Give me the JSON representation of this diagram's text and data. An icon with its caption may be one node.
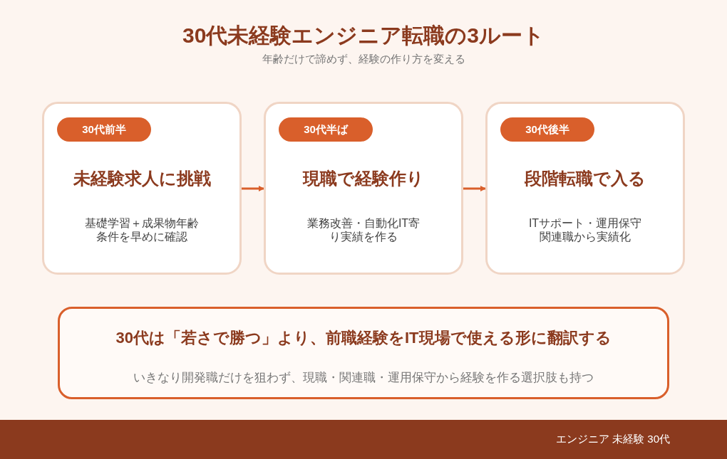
{
  "diagram": {
    "title": "30代未経験エンジニア転職の3ルート",
    "nodes": [
      {
        "text": [
          "未経験求人に挑戦",
          "基礎学習＋成果物年齢条件を早めに確認"
        ]
      },
      {
        "text": [
          "30代前半"
        ],
        "in": 0
      },
      {
        "text": [
          "現職で経験作り",
          "業務改善・自動化IT寄り実績を作る"
        ]
      },
      {
        "text": [
          "30代半ば"
        ],
        "in": 2
      },
      {
        "text": [
          "段階転職で入る",
          "ITサポート・運用保守関連職から実績化"
        ]
      },
      {
        "text": [
          "30代後半"
        ],
        "in": 4
      },
      {
        "text": [
          "30代は「若さで勝つ」より、前職経験をIT現場で使える形に翻訳する",
          "いきなり開発職だけを狙わず、現職・関連職・運用保守から経験を作る選択肢も持つ"
        ]
      }
    ],
    "edges": [
      {
        "from": 0,
        "to": 2,
        "arrow": "to"
      },
      {
        "from": 2,
        "to": 4,
        "arrow": "to"
      }
    ],
    "labels": [
      "年齢だけで諦めず、経験の作り方を変える",
      "エンジニア 未経験 30代"
    ]
  }
}
